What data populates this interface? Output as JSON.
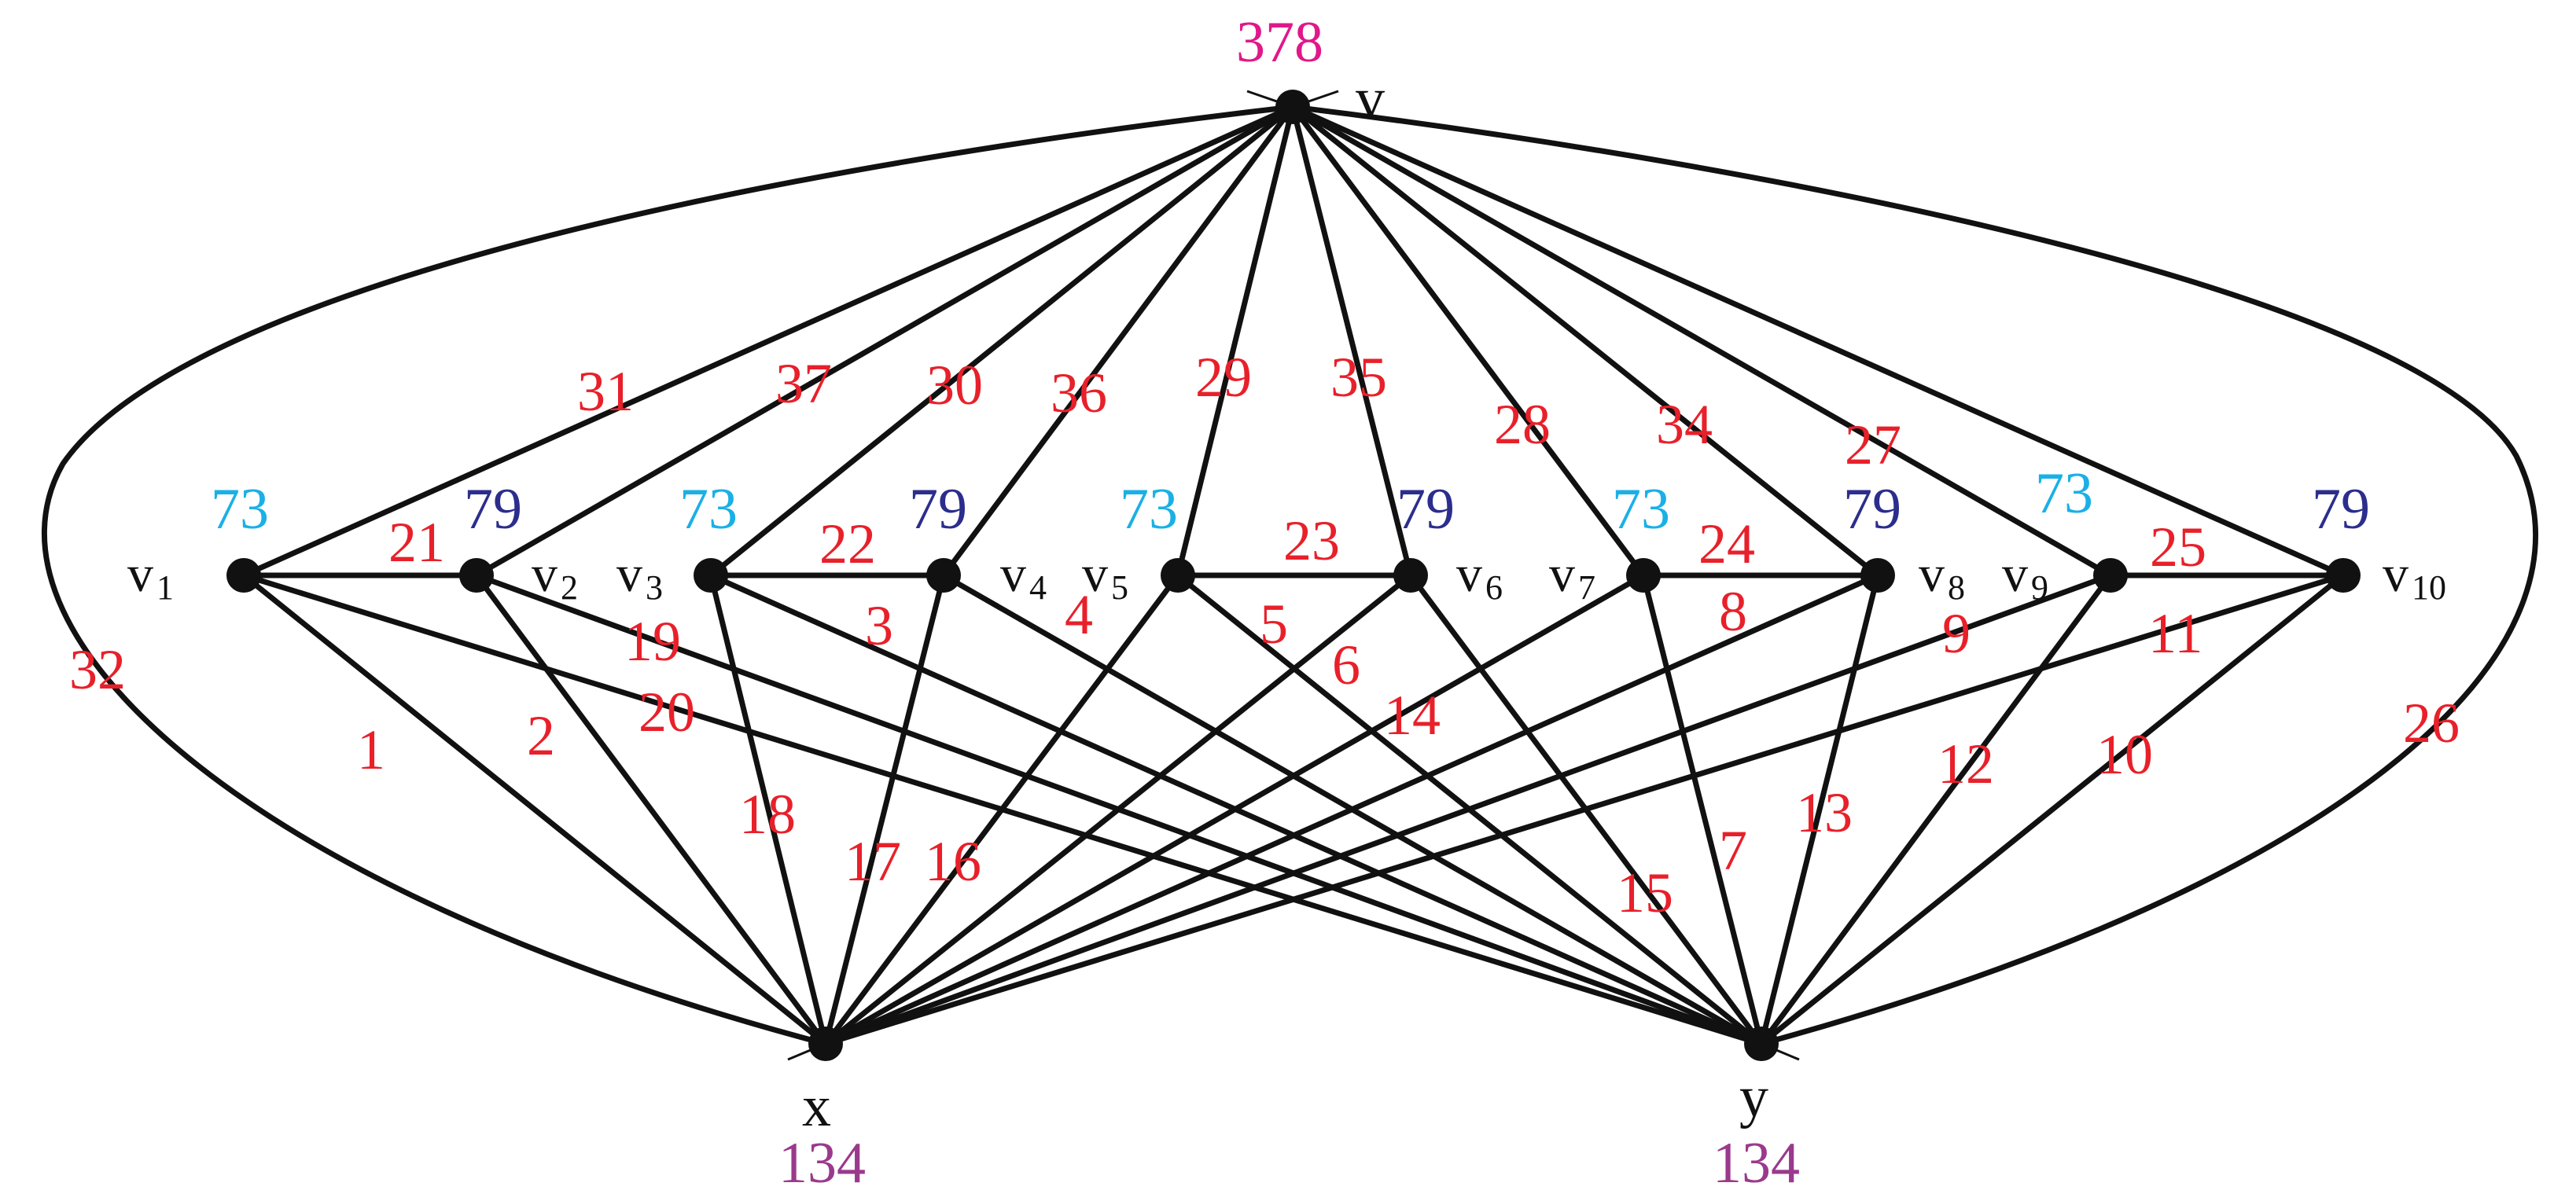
{
  "colors": {
    "edge": "#111111",
    "edge_label": "#e8202a",
    "weight_cyan": "#1ab0e6",
    "weight_navy": "#2b2e8c",
    "weight_magenta": "#e0188a",
    "weight_purple": "#9a3a8c"
  },
  "vertices": {
    "v": {
      "name": "v",
      "weight": "378"
    },
    "x": {
      "name": "x",
      "weight": "134"
    },
    "y": {
      "name": "y",
      "weight": "134"
    },
    "v1": {
      "base": "v",
      "sub": "1",
      "weight": "73"
    },
    "v2": {
      "base": "v",
      "sub": "2",
      "weight": "79"
    },
    "v3": {
      "base": "v",
      "sub": "3",
      "weight": "73"
    },
    "v4": {
      "base": "v",
      "sub": "4",
      "weight": "79"
    },
    "v5": {
      "base": "v",
      "sub": "5",
      "weight": "73"
    },
    "v6": {
      "base": "v",
      "sub": "6",
      "weight": "79"
    },
    "v7": {
      "base": "v",
      "sub": "7",
      "weight": "73"
    },
    "v8": {
      "base": "v",
      "sub": "8",
      "weight": "79"
    },
    "v9": {
      "base": "v",
      "sub": "9",
      "weight": "73"
    },
    "v10": {
      "base": "v",
      "sub": "10",
      "weight": "79"
    }
  },
  "edges": [
    {
      "id": "v-v1",
      "label": "31"
    },
    {
      "id": "v-v2",
      "label": "37"
    },
    {
      "id": "v-v3",
      "label": "30"
    },
    {
      "id": "v-v4",
      "label": "36"
    },
    {
      "id": "v-v5",
      "label": "29"
    },
    {
      "id": "v-v6",
      "label": "35"
    },
    {
      "id": "v-v7",
      "label": "28"
    },
    {
      "id": "v-v8",
      "label": "34"
    },
    {
      "id": "v-v9",
      "label": "27"
    },
    {
      "id": "v-v10",
      "label": ""
    },
    {
      "id": "v-x",
      "label": "32"
    },
    {
      "id": "v-y",
      "label": "26"
    },
    {
      "id": "v1-v2",
      "label": "21"
    },
    {
      "id": "v3-v4",
      "label": "22"
    },
    {
      "id": "v5-v6",
      "label": "23"
    },
    {
      "id": "v7-v8",
      "label": "24"
    },
    {
      "id": "v9-v10",
      "label": "25"
    },
    {
      "id": "v1-x",
      "label": "1"
    },
    {
      "id": "v2-x",
      "label": "2"
    },
    {
      "id": "v1-y",
      "label": "20"
    },
    {
      "id": "v2-y",
      "label": "19"
    },
    {
      "id": "v3-x",
      "label": "18"
    },
    {
      "id": "v4-x",
      "label": "17"
    },
    {
      "id": "v5-x",
      "label": "16"
    },
    {
      "id": "v3-y",
      "label": "3"
    },
    {
      "id": "v4-y",
      "label": "4"
    },
    {
      "id": "v5-y",
      "label": "5"
    },
    {
      "id": "v6-x",
      "label": "6"
    },
    {
      "id": "v6-y",
      "label": "15"
    },
    {
      "id": "v7-x",
      "label": "8"
    },
    {
      "id": "v7-y",
      "label": "7"
    },
    {
      "id": "v8-x",
      "label": "14"
    },
    {
      "id": "v8-y",
      "label": "13"
    },
    {
      "id": "v9-x",
      "label": "9"
    },
    {
      "id": "v9-y",
      "label": "12"
    },
    {
      "id": "v10-x",
      "label": "11"
    },
    {
      "id": "v10-y",
      "label": "10"
    }
  ]
}
